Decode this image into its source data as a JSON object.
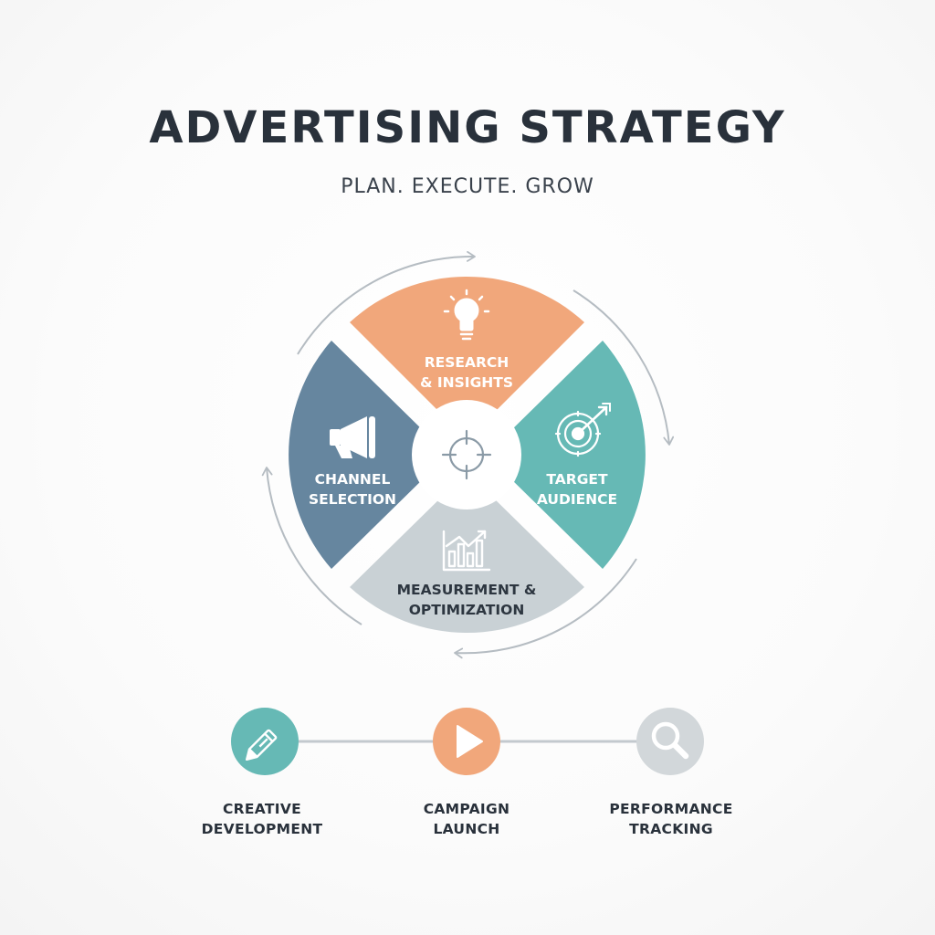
{
  "header": {
    "title": "ADVERTISING STRATEGY",
    "subtitle": "PLAN. EXECUTE. GROW"
  },
  "cycle": {
    "segments": [
      {
        "id": "research",
        "line1": "RESEARCH",
        "line2": "& INSIGHTS",
        "color": "#f1a77b",
        "text_color": "#ffffff",
        "icon": "lightbulb-icon"
      },
      {
        "id": "target",
        "line1": "TARGET",
        "line2": "AUDIENCE",
        "color": "#66b9b5",
        "text_color": "#ffffff",
        "icon": "target-arrow-icon"
      },
      {
        "id": "measurement",
        "line1": "MEASUREMENT &",
        "line2": "OPTIMIZATION",
        "color": "#c9d1d5",
        "text_color": "#2d3640",
        "icon": "bar-chart-icon"
      },
      {
        "id": "channel",
        "line1": "CHANNEL",
        "line2": "SELECTION",
        "color": "#66869f",
        "text_color": "#ffffff",
        "icon": "megaphone-icon"
      }
    ],
    "center_icon": "crosshair-icon",
    "arrow_color": "#b5bcc2"
  },
  "steps": [
    {
      "line1": "CREATIVE",
      "line2": "DEVELOPMENT",
      "color": "#66b9b5",
      "icon": "pencil-icon"
    },
    {
      "line1": "CAMPAIGN",
      "line2": "LAUNCH",
      "color": "#f1a77b",
      "icon": "play-icon"
    },
    {
      "line1": "PERFORMANCE",
      "line2": "TRACKING",
      "color": "#d2d7da",
      "icon": "magnifier-icon"
    }
  ],
  "connector_color": "#c3c9ce"
}
